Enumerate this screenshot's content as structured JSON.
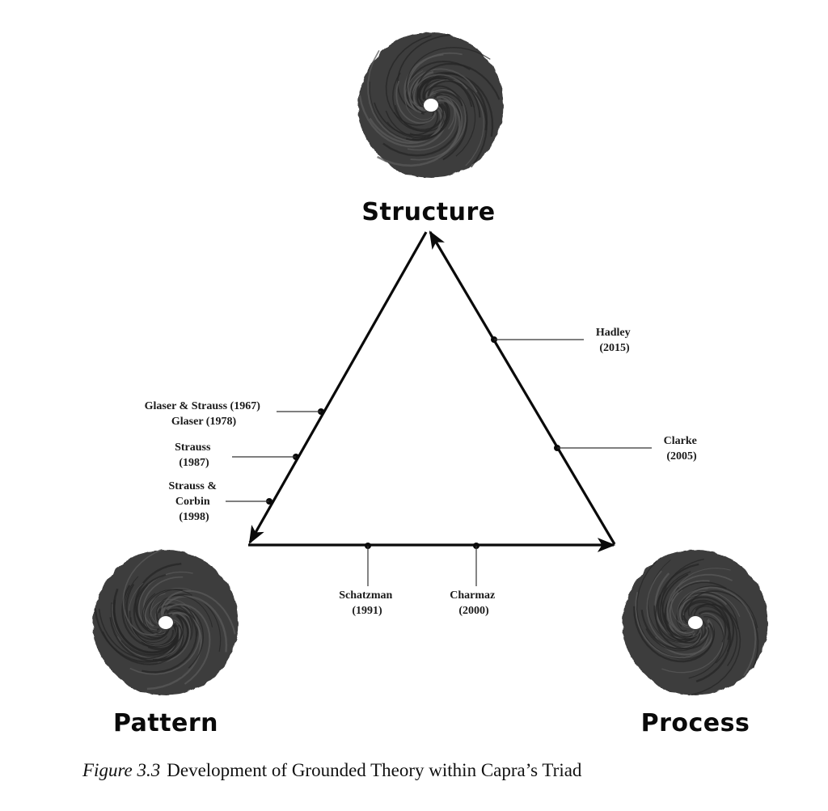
{
  "colors": {
    "line": "#0a0a0a",
    "leader": "#333333",
    "swirl": "#3c3c3c",
    "swirl_dark": "#262626",
    "swirl_light": "#5a5a5a"
  },
  "vertices": [
    {
      "id": "structure",
      "label": "Structure",
      "icon": "swirl-icon"
    },
    {
      "id": "pattern",
      "label": "Pattern",
      "icon": "swirl-icon"
    },
    {
      "id": "process",
      "label": "Process",
      "icon": "swirl-icon"
    }
  ],
  "edges": [
    {
      "id": "structure-to-pattern",
      "from": "Structure",
      "to": "Pattern"
    },
    {
      "id": "pattern-to-process",
      "from": "Pattern",
      "to": "Process"
    },
    {
      "id": "process-to-structure",
      "from": "Process",
      "to": "Structure"
    }
  ],
  "markers": [
    {
      "id": "glaser-strauss",
      "edge": "structure-to-pattern",
      "lines": [
        "Glaser & Strauss (1967)",
        "Glaser (1978)"
      ]
    },
    {
      "id": "strauss",
      "edge": "structure-to-pattern",
      "lines": [
        "Strauss",
        "(1987)"
      ]
    },
    {
      "id": "strauss-corbin",
      "edge": "structure-to-pattern",
      "lines": [
        "Strauss &",
        "Corbin",
        "(1998)"
      ]
    },
    {
      "id": "hadley",
      "edge": "process-to-structure",
      "lines": [
        "Hadley",
        "(2015)"
      ]
    },
    {
      "id": "clarke",
      "edge": "process-to-structure",
      "lines": [
        "Clarke",
        "(2005)"
      ]
    },
    {
      "id": "schatzman",
      "edge": "pattern-to-process",
      "lines": [
        "Schatzman",
        "(1991)"
      ]
    },
    {
      "id": "charmaz",
      "edge": "pattern-to-process",
      "lines": [
        "Charmaz",
        "(2000)"
      ]
    }
  ],
  "caption": {
    "figure_number": "Figure 3.3",
    "text": "Development of Grounded Theory within Capra’s Triad"
  }
}
